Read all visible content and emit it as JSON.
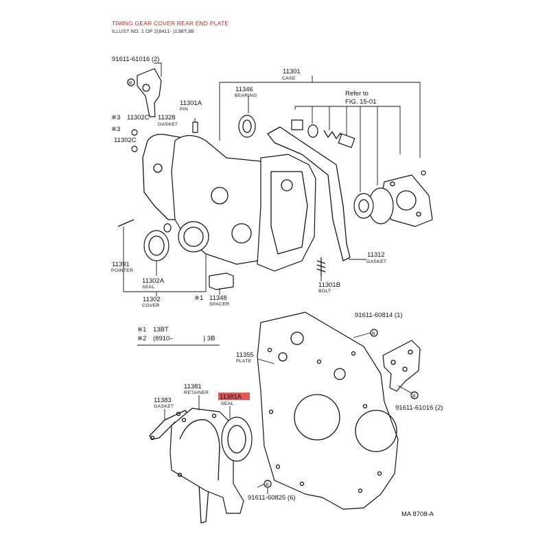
{
  "header": {
    "title": "TIMING GEAR COVER REAR END PLATE",
    "subtitle": "ILLUST NO. 1 OF 2(8411- )13BT,3B"
  },
  "colors": {
    "title": "#d21f1f",
    "highlight": "#e15b5b",
    "line": "#111111"
  },
  "labels": {
    "bolt_91611_61016_top": "91611-61016 (2)",
    "part_11301": "11301",
    "case": "CASE",
    "part_11346": "11346",
    "bearing": "BEARING",
    "refer_to": "Refer to",
    "fig": "FIG. 15-01",
    "part_11301a": "11301A",
    "pin": "PIN",
    "part_11302c_a": "11302C",
    "part_11328": "11328",
    "gasket": "GASKET",
    "part_11302c_b": "11302C",
    "part_11312": "11312",
    "gasket_11312": "GASKET",
    "part_11391": "11391",
    "pointer": "POINTER",
    "part_11302a": "11302A",
    "seal": "SEAL",
    "part_11302": "11302",
    "cover": "COVER",
    "part_11348": "11348",
    "spacer": "SPACER",
    "part_11301b": "11301B",
    "bolt": "BOLT",
    "legend1_mark": "※1",
    "legend1_text": "13BT",
    "legend2_mark": "※2",
    "legend2_text": "(8910–",
    "legend2_end": ") 3B",
    "mark_3a": "※3",
    "mark_3b": "※3",
    "mark_1": "※1",
    "bolt_91611_60814": "91611-60814 (1)",
    "part_11355": "11355",
    "plate": "PLATE",
    "part_11381": "11381",
    "retainer": "RETAINER",
    "part_11383": "11383",
    "gasket_11383": "GASKET",
    "part_11381a": "11381A",
    "seal_11381a": "SEAL",
    "bolt_91611_61016_bottom": "91611-61016 (2)",
    "bolt_91611_60825": "91611-60825 (6)",
    "marker_b": "B",
    "illustration_code": "MA 8708-A"
  }
}
